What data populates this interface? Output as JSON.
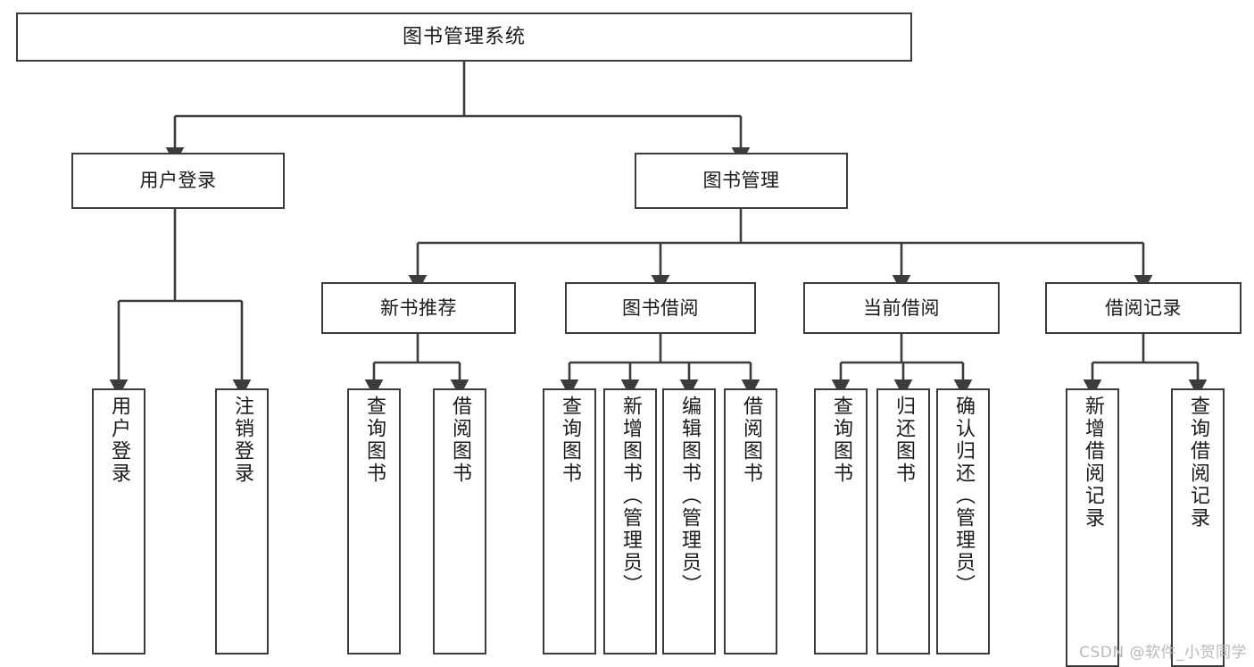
{
  "diagram": {
    "type": "tree-hierarchy-chart",
    "title_node": {
      "label": "图书管理系统"
    },
    "level2": [
      {
        "id": "user-login",
        "label": "用户登录"
      },
      {
        "id": "book-manage",
        "label": "图书管理"
      }
    ],
    "level3": [
      {
        "id": "new-book-recommend",
        "label": "新书推荐"
      },
      {
        "id": "book-borrow",
        "label": "图书借阅"
      },
      {
        "id": "current-borrow",
        "label": "当前借阅"
      },
      {
        "id": "borrow-record",
        "label": "借阅记录"
      }
    ],
    "leaves": {
      "user_login": [
        {
          "id": "leaf-user-login",
          "label": "用户登录"
        },
        {
          "id": "leaf-logout-login",
          "label": "注销登录"
        }
      ],
      "new_book_recommend": [
        {
          "id": "leaf-query-book-1",
          "label": "查询图书"
        },
        {
          "id": "leaf-borrow-book-1",
          "label": "借阅图书"
        }
      ],
      "book_borrow": [
        {
          "id": "leaf-query-book-2",
          "label": "查询图书"
        },
        {
          "id": "leaf-add-book",
          "label": "新增图书（管理员）"
        },
        {
          "id": "leaf-edit-book",
          "label": "编辑图书（管理员）"
        },
        {
          "id": "leaf-borrow-book-2",
          "label": "借阅图书"
        }
      ],
      "current_borrow": [
        {
          "id": "leaf-query-book-3",
          "label": "查询图书"
        },
        {
          "id": "leaf-return-book",
          "label": "归还图书"
        },
        {
          "id": "leaf-confirm-return",
          "label": "确认归还（管理员）"
        }
      ],
      "borrow_record": [
        {
          "id": "leaf-add-borrow-record",
          "label": "新增借阅记录"
        },
        {
          "id": "leaf-query-borrow-record",
          "label": "查询借阅记录"
        }
      ]
    },
    "colors": {
      "stroke": "#3c3c3c",
      "fill": "#ffffff",
      "text": "#1a1a1a",
      "watermark": "#b9b9b9"
    }
  },
  "watermark": {
    "text": "CSDN @软件_小贺同学"
  }
}
